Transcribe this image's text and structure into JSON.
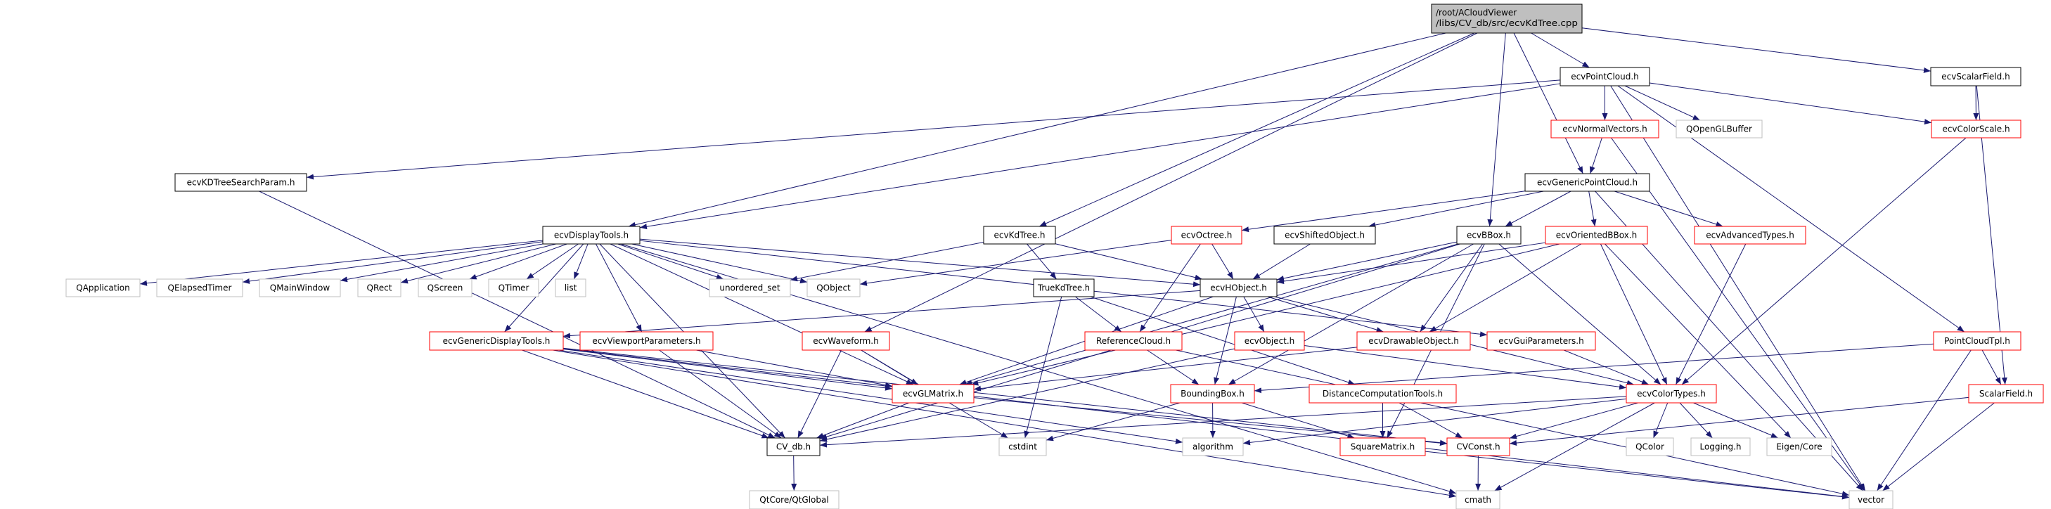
{
  "colors": {
    "edge": "#191970",
    "root_fill": "#bfbfbf",
    "red_border": "#ff0000",
    "ext_border": "#bfbfbf",
    "main_border": "#000000"
  },
  "nodes": [
    {
      "id": "root",
      "label": "/root/ACloudViewer",
      "label2": "/libs/CV_db/src/ecvKdTree.cpp",
      "kind": "root"
    },
    {
      "id": "pointcloud",
      "label": "ecvPointCloud.h",
      "kind": "main"
    },
    {
      "id": "scalarfield",
      "label": "ecvScalarField.h",
      "kind": "main"
    },
    {
      "id": "kdsearch",
      "label": "ecvKDTreeSearchParam.h",
      "kind": "main"
    },
    {
      "id": "normalvec",
      "label": "ecvNormalVectors.h",
      "kind": "red"
    },
    {
      "id": "qopenglbuffer",
      "label": "QOpenGLBuffer",
      "kind": "ext"
    },
    {
      "id": "colorscale",
      "label": "ecvColorScale.h",
      "kind": "red"
    },
    {
      "id": "genpc",
      "label": "ecvGenericPointCloud.h",
      "kind": "main"
    },
    {
      "id": "displaytools",
      "label": "ecvDisplayTools.h",
      "kind": "main"
    },
    {
      "id": "kdtree",
      "label": "ecvKdTree.h",
      "kind": "main"
    },
    {
      "id": "octree",
      "label": "ecvOctree.h",
      "kind": "red"
    },
    {
      "id": "shifted",
      "label": "ecvShiftedObject.h",
      "kind": "main"
    },
    {
      "id": "bbox",
      "label": "ecvBBox.h",
      "kind": "main"
    },
    {
      "id": "obbox",
      "label": "ecvOrientedBBox.h",
      "kind": "red"
    },
    {
      "id": "advtypes",
      "label": "ecvAdvancedTypes.h",
      "kind": "red"
    },
    {
      "id": "qapplication",
      "label": "QApplication",
      "kind": "ext"
    },
    {
      "id": "qelapsed",
      "label": "QElapsedTimer",
      "kind": "ext"
    },
    {
      "id": "qmainwindow",
      "label": "QMainWindow",
      "kind": "ext"
    },
    {
      "id": "qrect",
      "label": "QRect",
      "kind": "ext"
    },
    {
      "id": "qscreen",
      "label": "QScreen",
      "kind": "ext"
    },
    {
      "id": "qtimer",
      "label": "QTimer",
      "kind": "ext"
    },
    {
      "id": "list",
      "label": "list",
      "kind": "ext"
    },
    {
      "id": "unordered",
      "label": "unordered_set",
      "kind": "ext"
    },
    {
      "id": "qobject",
      "label": "QObject",
      "kind": "ext"
    },
    {
      "id": "truekd",
      "label": "TrueKdTree.h",
      "kind": "main"
    },
    {
      "id": "hobject",
      "label": "ecvHObject.h",
      "kind": "main"
    },
    {
      "id": "gendisplay",
      "label": "ecvGenericDisplayTools.h",
      "kind": "red"
    },
    {
      "id": "viewport",
      "label": "ecvViewportParameters.h",
      "kind": "red"
    },
    {
      "id": "waveform",
      "label": "ecvWaveform.h",
      "kind": "red"
    },
    {
      "id": "refcloud",
      "label": "ReferenceCloud.h",
      "kind": "red"
    },
    {
      "id": "object",
      "label": "ecvObject.h",
      "kind": "red"
    },
    {
      "id": "drawable",
      "label": "ecvDrawableObject.h",
      "kind": "red"
    },
    {
      "id": "guiparams",
      "label": "ecvGuiParameters.h",
      "kind": "red"
    },
    {
      "id": "pctpl",
      "label": "PointCloudTpl.h",
      "kind": "red"
    },
    {
      "id": "glmatrix",
      "label": "ecvGLMatrix.h",
      "kind": "red"
    },
    {
      "id": "boundingbox",
      "label": "BoundingBox.h",
      "kind": "red"
    },
    {
      "id": "distcomp",
      "label": "DistanceComputationTools.h",
      "kind": "red"
    },
    {
      "id": "colortypes",
      "label": "ecvColorTypes.h",
      "kind": "red"
    },
    {
      "id": "sf",
      "label": "ScalarField.h",
      "kind": "red"
    },
    {
      "id": "cvdb",
      "label": "CV_db.h",
      "kind": "main"
    },
    {
      "id": "cstdint",
      "label": "cstdint",
      "kind": "ext"
    },
    {
      "id": "algorithm",
      "label": "algorithm",
      "kind": "ext"
    },
    {
      "id": "squarematrix",
      "label": "SquareMatrix.h",
      "kind": "red"
    },
    {
      "id": "cvconst",
      "label": "CVConst.h",
      "kind": "red"
    },
    {
      "id": "qcolor",
      "label": "QColor",
      "kind": "ext"
    },
    {
      "id": "logging",
      "label": "Logging.h",
      "kind": "ext"
    },
    {
      "id": "eigen",
      "label": "Eigen/Core",
      "kind": "ext"
    },
    {
      "id": "qtglobal",
      "label": "QtCore/QtGlobal",
      "kind": "ext"
    },
    {
      "id": "cmath",
      "label": "cmath",
      "kind": "ext"
    },
    {
      "id": "vector",
      "label": "vector",
      "kind": "ext"
    }
  ],
  "edges": [
    [
      "root",
      "pointcloud"
    ],
    [
      "root",
      "scalarfield"
    ],
    [
      "root",
      "genpc"
    ],
    [
      "root",
      "bbox"
    ],
    [
      "root",
      "kdtree"
    ],
    [
      "root",
      "displaytools"
    ],
    [
      "root",
      "waveform"
    ],
    [
      "pointcloud",
      "kdsearch"
    ],
    [
      "pointcloud",
      "displaytools"
    ],
    [
      "pointcloud",
      "normalvec"
    ],
    [
      "pointcloud",
      "qopenglbuffer"
    ],
    [
      "pointcloud",
      "colorscale"
    ],
    [
      "pointcloud",
      "pctpl"
    ],
    [
      "pointcloud",
      "vector"
    ],
    [
      "scalarfield",
      "colorscale"
    ],
    [
      "scalarfield",
      "sf"
    ],
    [
      "normalvec",
      "genpc"
    ],
    [
      "normalvec",
      "vector"
    ],
    [
      "colorscale",
      "colortypes"
    ],
    [
      "genpc",
      "octree"
    ],
    [
      "genpc",
      "shifted"
    ],
    [
      "genpc",
      "bbox"
    ],
    [
      "genpc",
      "obbox"
    ],
    [
      "genpc",
      "advtypes"
    ],
    [
      "genpc",
      "vector"
    ],
    [
      "kdsearch",
      "cvdb"
    ],
    [
      "displaytools",
      "qapplication"
    ],
    [
      "displaytools",
      "qelapsed"
    ],
    [
      "displaytools",
      "qmainwindow"
    ],
    [
      "displaytools",
      "qrect"
    ],
    [
      "displaytools",
      "qscreen"
    ],
    [
      "displaytools",
      "qtimer"
    ],
    [
      "displaytools",
      "list"
    ],
    [
      "displaytools",
      "unordered"
    ],
    [
      "displaytools",
      "qobject"
    ],
    [
      "displaytools",
      "gendisplay"
    ],
    [
      "displaytools",
      "viewport"
    ],
    [
      "displaytools",
      "glmatrix"
    ],
    [
      "displaytools",
      "cvdb"
    ],
    [
      "displaytools",
      "hobject"
    ],
    [
      "displaytools",
      "guiparams"
    ],
    [
      "displaytools",
      "cmath"
    ],
    [
      "kdtree",
      "unordered"
    ],
    [
      "kdtree",
      "truekd"
    ],
    [
      "kdtree",
      "hobject"
    ],
    [
      "octree",
      "qobject"
    ],
    [
      "octree",
      "hobject"
    ],
    [
      "octree",
      "refcloud"
    ],
    [
      "shifted",
      "hobject"
    ],
    [
      "bbox",
      "hobject"
    ],
    [
      "bbox",
      "drawable"
    ],
    [
      "bbox",
      "glmatrix"
    ],
    [
      "bbox",
      "cvdb"
    ],
    [
      "bbox",
      "colortypes"
    ],
    [
      "bbox",
      "boundingbox"
    ],
    [
      "bbox",
      "squarematrix"
    ],
    [
      "obbox",
      "hobject"
    ],
    [
      "obbox",
      "drawable"
    ],
    [
      "obbox",
      "colortypes"
    ],
    [
      "obbox",
      "eigen"
    ],
    [
      "obbox",
      "glmatrix"
    ],
    [
      "advtypes",
      "colortypes"
    ],
    [
      "truekd",
      "refcloud"
    ],
    [
      "truekd",
      "distcomp"
    ],
    [
      "truekd",
      "cstdint"
    ],
    [
      "hobject",
      "gendisplay"
    ],
    [
      "hobject",
      "object"
    ],
    [
      "hobject",
      "drawable"
    ],
    [
      "hobject",
      "boundingbox"
    ],
    [
      "hobject",
      "colortypes"
    ],
    [
      "hobject",
      "glmatrix"
    ],
    [
      "refcloud",
      "boundingbox"
    ],
    [
      "refcloud",
      "vector"
    ],
    [
      "object",
      "cvdb"
    ],
    [
      "object",
      "colortypes"
    ],
    [
      "drawable",
      "glmatrix"
    ],
    [
      "guiparams",
      "colortypes"
    ],
    [
      "pctpl",
      "boundingbox"
    ],
    [
      "pctpl",
      "sf"
    ],
    [
      "pctpl",
      "vector"
    ],
    [
      "gendisplay",
      "glmatrix"
    ],
    [
      "gendisplay",
      "cvdb"
    ],
    [
      "gendisplay",
      "cvconst"
    ],
    [
      "gendisplay",
      "algorithm"
    ],
    [
      "gendisplay",
      "cmath"
    ],
    [
      "gendisplay",
      "vector"
    ],
    [
      "viewport",
      "glmatrix"
    ],
    [
      "viewport",
      "cvdb"
    ],
    [
      "waveform",
      "glmatrix"
    ],
    [
      "waveform",
      "cvdb"
    ],
    [
      "waveform",
      "cstdint"
    ],
    [
      "glmatrix",
      "cvdb"
    ],
    [
      "glmatrix",
      "cvconst"
    ],
    [
      "boundingbox",
      "cstdint"
    ],
    [
      "boundingbox",
      "algorithm"
    ],
    [
      "boundingbox",
      "squarematrix"
    ],
    [
      "distcomp",
      "squarematrix"
    ],
    [
      "distcomp",
      "cvconst"
    ],
    [
      "colortypes",
      "cvdb"
    ],
    [
      "colortypes",
      "algorithm"
    ],
    [
      "colortypes",
      "cvconst"
    ],
    [
      "colortypes",
      "cmath"
    ],
    [
      "colortypes",
      "qcolor"
    ],
    [
      "colortypes",
      "logging"
    ],
    [
      "colortypes",
      "eigen"
    ],
    [
      "sf",
      "cvconst"
    ],
    [
      "sf",
      "vector"
    ],
    [
      "squarematrix",
      "vector"
    ],
    [
      "cvconst",
      "cmath"
    ],
    [
      "cvdb",
      "qtglobal"
    ]
  ]
}
